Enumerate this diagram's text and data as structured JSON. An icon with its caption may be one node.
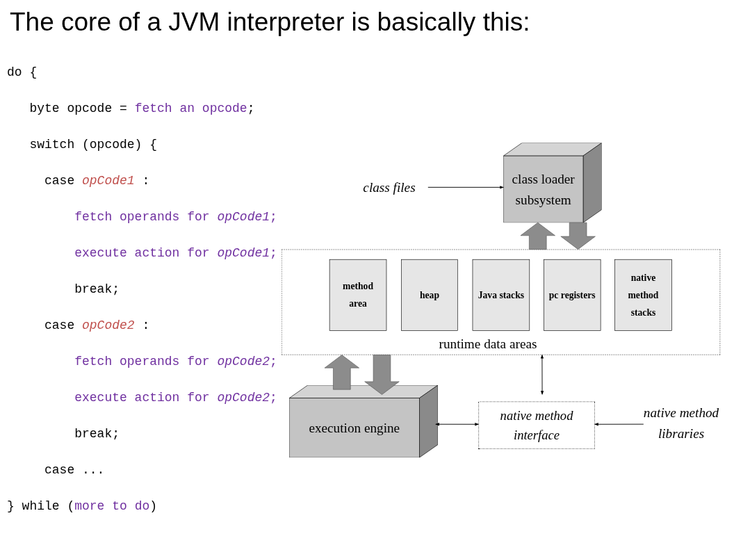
{
  "diagram": {
    "title": "The core of a JVM interpreter is basically this:",
    "nodes": [
      {
        "text": [
          "class loader subsystem"
        ]
      },
      {
        "text": [
          "class files"
        ]
      },
      {
        "text": [
          "runtime data areas"
        ]
      },
      {
        "text": [
          "method area"
        ],
        "in": 2
      },
      {
        "text": [
          "heap"
        ],
        "in": 2
      },
      {
        "text": [
          "Java stacks"
        ],
        "in": 2
      },
      {
        "text": [
          "pc registers"
        ],
        "in": 2
      },
      {
        "text": [
          "native method stacks"
        ],
        "in": 2
      },
      {
        "text": [
          "execution engine"
        ]
      },
      {
        "text": [
          "native method interface"
        ]
      },
      {
        "text": [
          "native method libraries"
        ]
      }
    ],
    "edges": [
      {
        "from": 1,
        "to": 0,
        "arrow": "to"
      },
      {
        "from": 2,
        "to": 0,
        "arrow": "to",
        "style": "thick"
      },
      {
        "from": 0,
        "to": 2,
        "arrow": "to",
        "style": "thick"
      },
      {
        "from": 8,
        "to": 2,
        "arrow": "to",
        "style": "thick"
      },
      {
        "from": 2,
        "to": 8,
        "arrow": "to",
        "style": "thick"
      },
      {
        "from": 9,
        "to": 2,
        "arrow": "both"
      },
      {
        "from": 8,
        "to": 9,
        "arrow": "both"
      },
      {
        "from": 10,
        "to": 9,
        "arrow": "to"
      }
    ],
    "labels": [
      "do {",
      "byte opcode =",
      "fetch an opcode",
      ";",
      "switch (opcode) {",
      "case",
      "opCode1",
      ":",
      "fetch operands for *opCode1*;",
      "execute action for *opCode1*;",
      "break;",
      "case",
      "opCode2",
      ":",
      "fetch operands for *opCode2*;",
      "execute action for *opCode2*;",
      "break;",
      "case ...",
      "} while (",
      "more to do",
      ")"
    ]
  }
}
